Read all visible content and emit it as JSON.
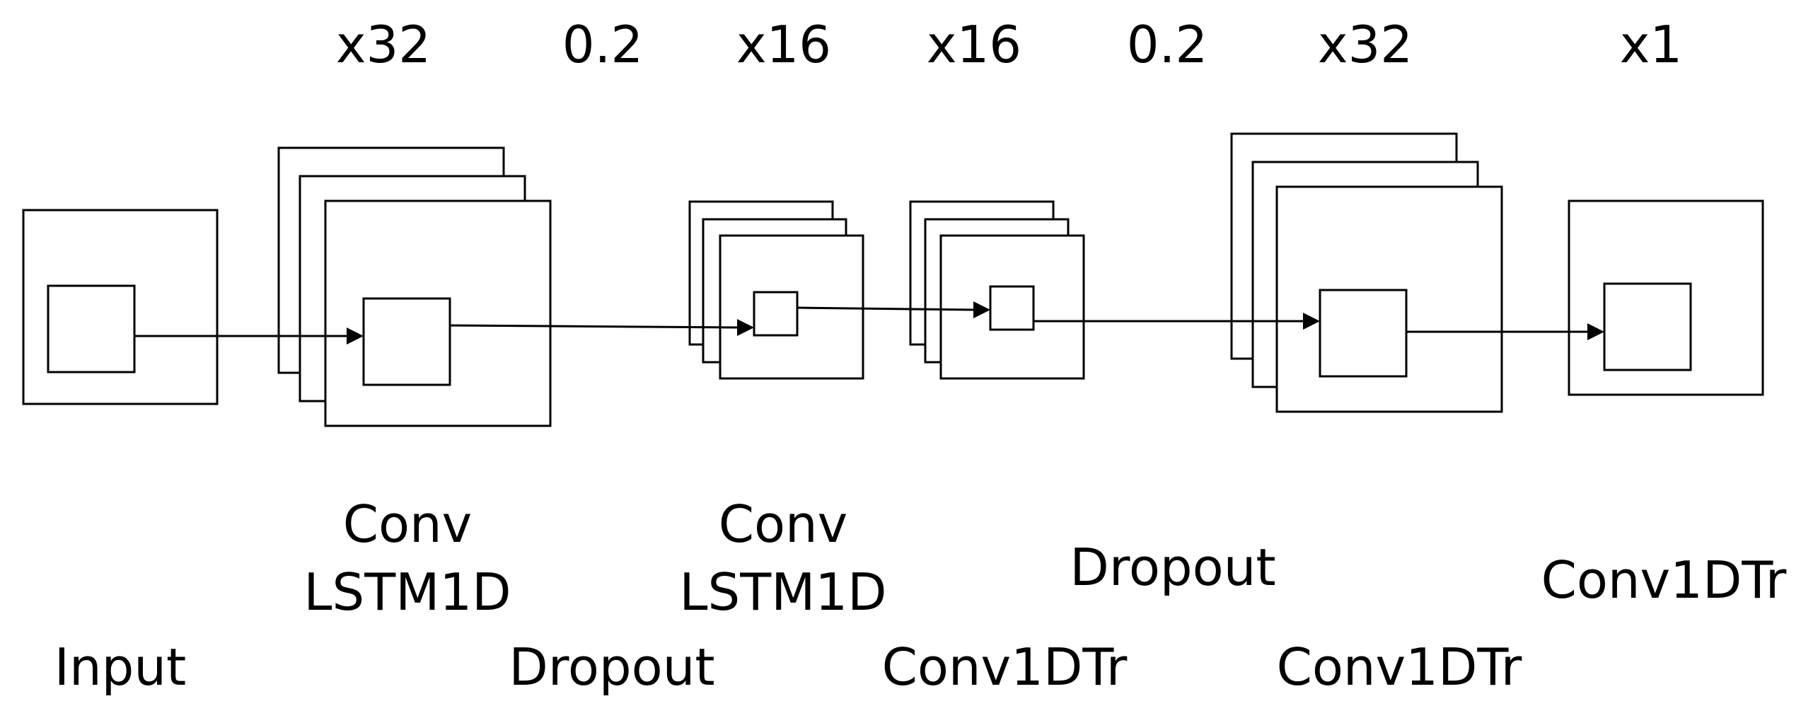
{
  "layers": [
    {
      "id": "input",
      "top": "",
      "name": [
        "Input"
      ]
    },
    {
      "id": "convlstm1",
      "top": "x32",
      "name": [
        "Conv",
        "LSTM1D"
      ]
    },
    {
      "id": "dropout1",
      "top": "0.2",
      "name": [
        "Dropout"
      ]
    },
    {
      "id": "convlstm2",
      "top": "x16",
      "name": [
        "Conv",
        "LSTM1D"
      ]
    },
    {
      "id": "conv1dtr1",
      "top": "x16",
      "name": [
        "Conv1DTr"
      ]
    },
    {
      "id": "dropout2",
      "top": "0.2",
      "name": [
        "Dropout"
      ]
    },
    {
      "id": "conv1dtr2",
      "top": "x32",
      "name": [
        "Conv1DTr"
      ]
    },
    {
      "id": "conv1dtr3",
      "top": "x1",
      "name": [
        "Conv1DTr"
      ]
    }
  ]
}
